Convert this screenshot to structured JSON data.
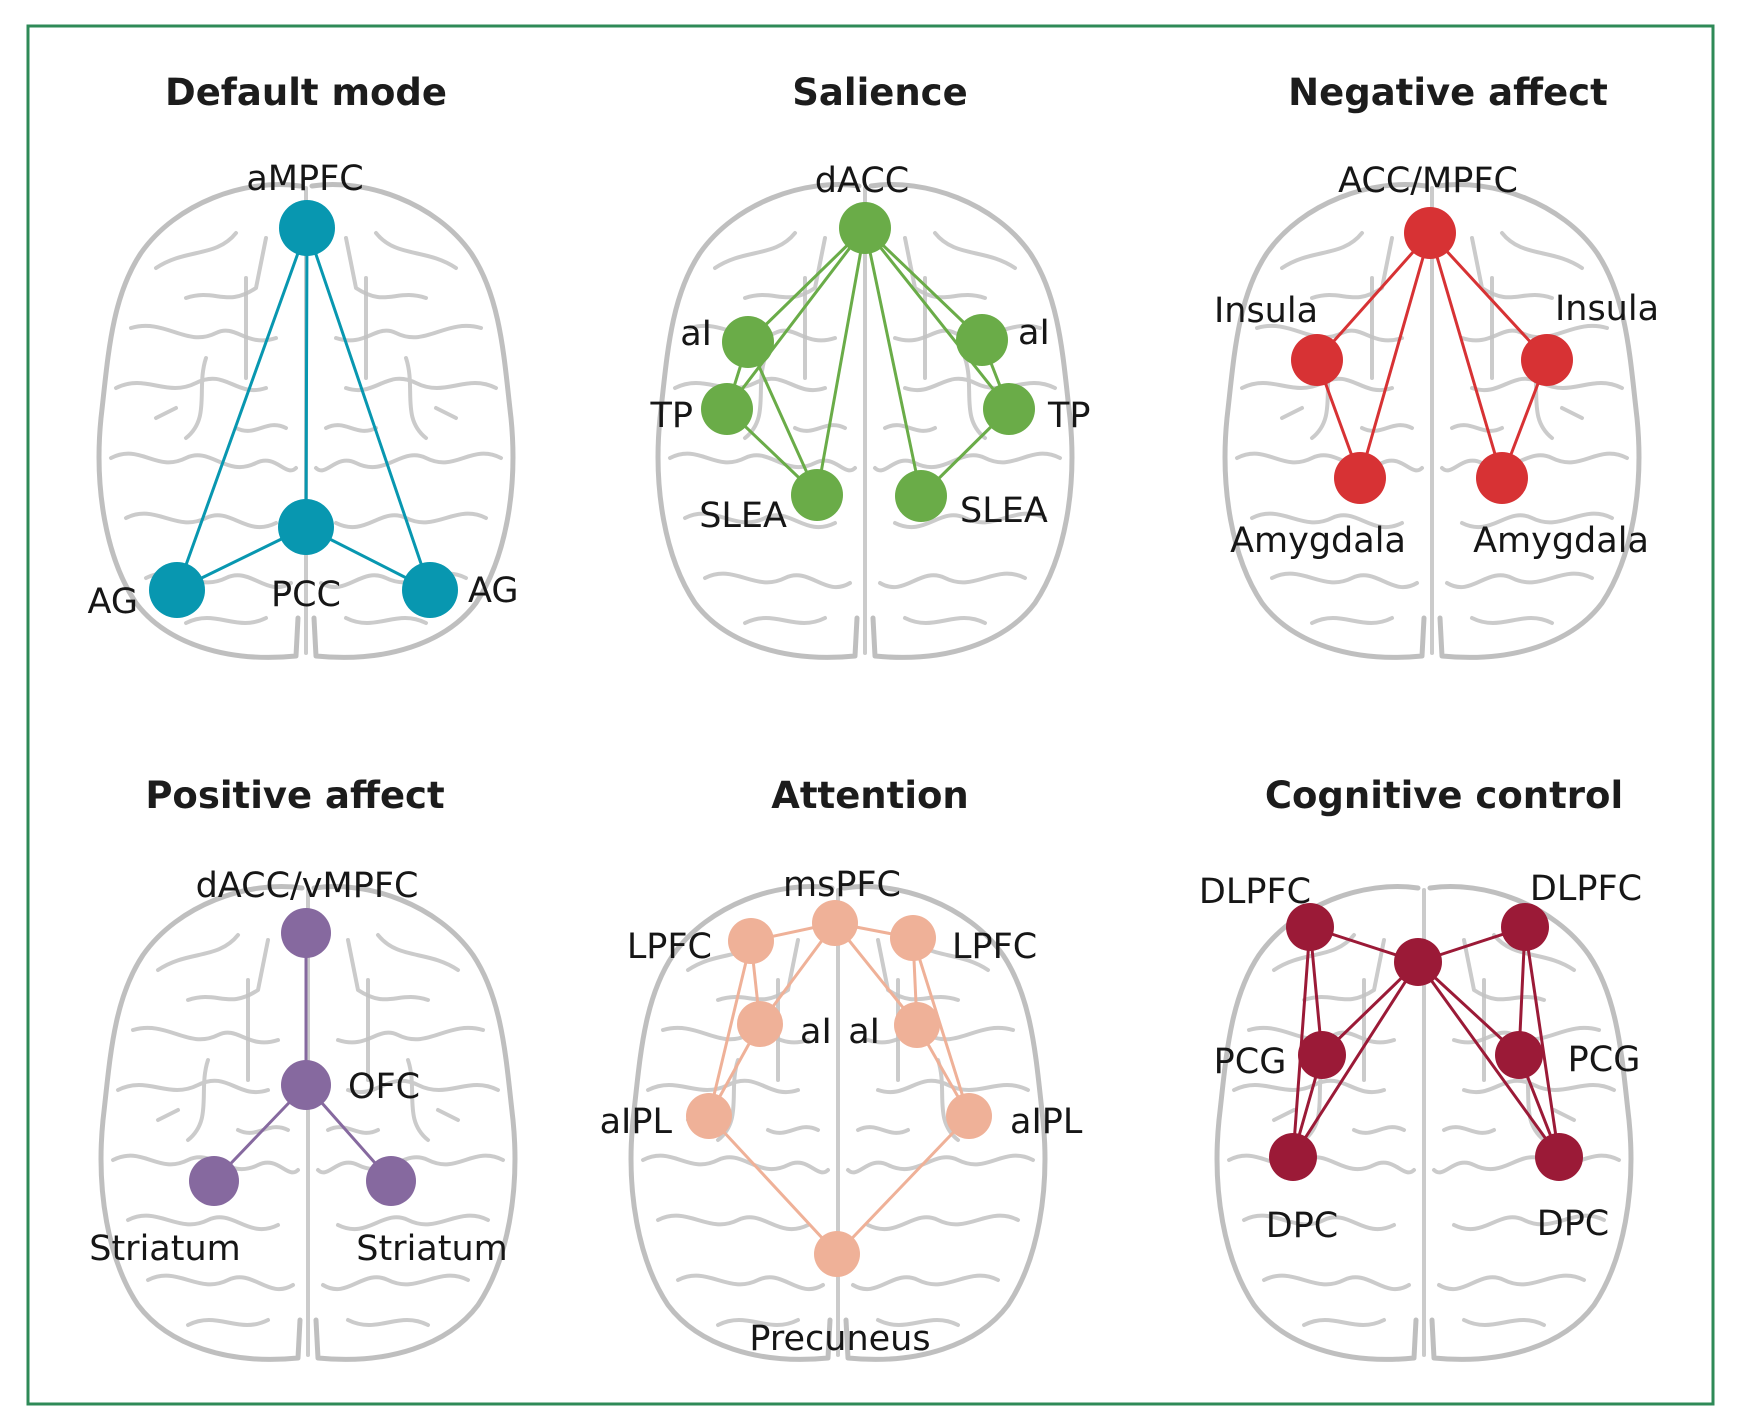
{
  "figure": {
    "frame_color": "#2e8a57",
    "panels": [
      {
        "id": "default-mode",
        "title": "Default mode",
        "color": "#0897b0",
        "nodes": [
          {
            "id": "ampfc",
            "label": "aMPFC"
          },
          {
            "id": "pcc",
            "label": "PCC"
          },
          {
            "id": "ag-left",
            "label": "AG"
          },
          {
            "id": "ag-right",
            "label": "AG"
          }
        ],
        "edges": [
          [
            "ampfc",
            "pcc"
          ],
          [
            "ampfc",
            "ag-left"
          ],
          [
            "ampfc",
            "ag-right"
          ],
          [
            "pcc",
            "ag-left"
          ],
          [
            "pcc",
            "ag-right"
          ]
        ]
      },
      {
        "id": "salience",
        "title": "Salience",
        "color": "#6aac48",
        "nodes": [
          {
            "id": "dacc",
            "label": "dACC"
          },
          {
            "id": "ai-left",
            "label": "aI"
          },
          {
            "id": "tp-left",
            "label": "TP"
          },
          {
            "id": "slea-left",
            "label": "SLEA"
          },
          {
            "id": "slea-right",
            "label": "SLEA"
          },
          {
            "id": "tp-right",
            "label": "TP"
          },
          {
            "id": "ai-right",
            "label": "aI"
          }
        ],
        "edges": [
          [
            "dacc",
            "ai-left"
          ],
          [
            "dacc",
            "tp-left"
          ],
          [
            "dacc",
            "slea-left"
          ],
          [
            "dacc",
            "slea-right"
          ],
          [
            "dacc",
            "tp-right"
          ],
          [
            "dacc",
            "ai-right"
          ],
          [
            "ai-left",
            "tp-left"
          ],
          [
            "ai-left",
            "slea-left"
          ],
          [
            "tp-left",
            "slea-left"
          ],
          [
            "ai-right",
            "tp-right"
          ],
          [
            "tp-right",
            "slea-right"
          ]
        ]
      },
      {
        "id": "negative-affect",
        "title": "Negative affect",
        "color": "#d73234",
        "nodes": [
          {
            "id": "acc-mpfc",
            "label": "ACC/MPFC"
          },
          {
            "id": "insula-left",
            "label": "Insula"
          },
          {
            "id": "insula-right",
            "label": "Insula"
          },
          {
            "id": "amygdala-left",
            "label": "Amygdala"
          },
          {
            "id": "amygdala-right",
            "label": "Amygdala"
          }
        ],
        "edges": [
          [
            "acc-mpfc",
            "insula-left"
          ],
          [
            "acc-mpfc",
            "insula-right"
          ],
          [
            "acc-mpfc",
            "amygdala-left"
          ],
          [
            "acc-mpfc",
            "amygdala-right"
          ],
          [
            "insula-left",
            "amygdala-left"
          ],
          [
            "insula-right",
            "amygdala-right"
          ]
        ]
      },
      {
        "id": "positive-affect",
        "title": "Positive affect",
        "color": "#86699f",
        "nodes": [
          {
            "id": "dacc-vmpfc",
            "label": "dACC/vMPFC"
          },
          {
            "id": "ofc",
            "label": "OFC"
          },
          {
            "id": "striatum-left",
            "label": "Striatum"
          },
          {
            "id": "striatum-right",
            "label": "Striatum"
          }
        ],
        "edges": [
          [
            "dacc-vmpfc",
            "ofc"
          ],
          [
            "ofc",
            "striatum-left"
          ],
          [
            "ofc",
            "striatum-right"
          ]
        ]
      },
      {
        "id": "attention",
        "title": "Attention",
        "color": "#efb198",
        "nodes": [
          {
            "id": "mspfc",
            "label": "msPFC"
          },
          {
            "id": "lpfc-left",
            "label": "LPFC"
          },
          {
            "id": "lpfc-right",
            "label": "LPFC"
          },
          {
            "id": "ai-left",
            "label": "aI"
          },
          {
            "id": "ai-right",
            "label": "aI"
          },
          {
            "id": "aipl-left",
            "label": "aIPL"
          },
          {
            "id": "aipl-right",
            "label": "aIPL"
          },
          {
            "id": "precuneus",
            "label": "Precuneus"
          }
        ],
        "edges": [
          [
            "mspfc",
            "lpfc-left"
          ],
          [
            "mspfc",
            "lpfc-right"
          ],
          [
            "mspfc",
            "ai-left"
          ],
          [
            "mspfc",
            "ai-right"
          ],
          [
            "lpfc-left",
            "ai-left"
          ],
          [
            "lpfc-right",
            "ai-right"
          ],
          [
            "lpfc-left",
            "aipl-left"
          ],
          [
            "lpfc-right",
            "aipl-right"
          ],
          [
            "ai-left",
            "aipl-left"
          ],
          [
            "ai-right",
            "aipl-right"
          ],
          [
            "aipl-left",
            "precuneus"
          ],
          [
            "aipl-right",
            "precuneus"
          ]
        ]
      },
      {
        "id": "cognitive-control",
        "title": "Cognitive control",
        "color": "#9b1a37",
        "nodes": [
          {
            "id": "dlpfc-left",
            "label": "DLPFC"
          },
          {
            "id": "dlpfc-right",
            "label": "DLPFC"
          },
          {
            "id": "hub",
            "label": ""
          },
          {
            "id": "pcg-left",
            "label": "PCG"
          },
          {
            "id": "pcg-right",
            "label": "PCG"
          },
          {
            "id": "dpc-left",
            "label": "DPC"
          },
          {
            "id": "dpc-right",
            "label": "DPC"
          }
        ],
        "edges": [
          [
            "dlpfc-left",
            "hub"
          ],
          [
            "dlpfc-right",
            "hub"
          ],
          [
            "dlpfc-left",
            "pcg-left"
          ],
          [
            "dlpfc-left",
            "dpc-left"
          ],
          [
            "pcg-left",
            "dpc-left"
          ],
          [
            "hub",
            "pcg-left"
          ],
          [
            "hub",
            "dpc-left"
          ],
          [
            "dlpfc-right",
            "pcg-right"
          ],
          [
            "dlpfc-right",
            "dpc-right"
          ],
          [
            "pcg-right",
            "dpc-right"
          ],
          [
            "hub",
            "pcg-right"
          ],
          [
            "hub",
            "dpc-right"
          ]
        ]
      }
    ]
  }
}
